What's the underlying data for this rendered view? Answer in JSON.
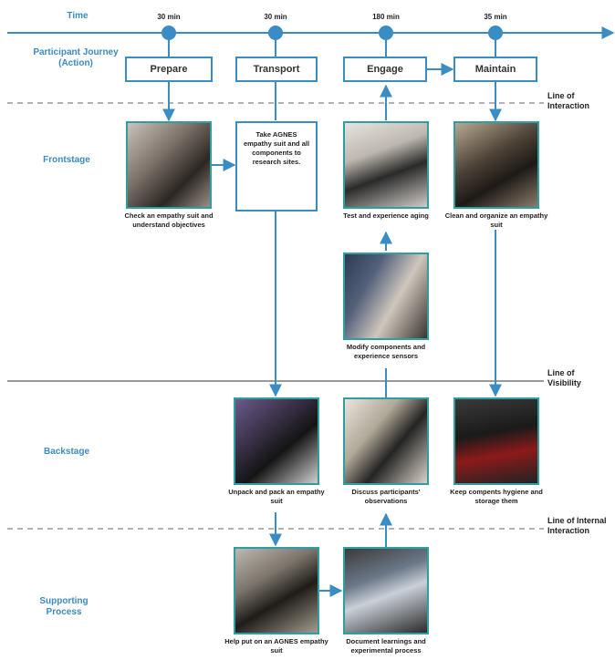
{
  "lanes": {
    "time": "Time",
    "journey": "Participant Journey (Action)",
    "frontstage": "Frontstage",
    "backstage": "Backstage",
    "supporting": "Supporting Process"
  },
  "lines": {
    "interaction": "Line of Interaction",
    "visibility": "Line of Visibility",
    "internal": "Line of Internal Interaction"
  },
  "times": [
    "30 min",
    "30 min",
    "180 min",
    "35 min"
  ],
  "actions": [
    "Prepare",
    "Transport",
    "Engage",
    "Maintain"
  ],
  "frontstage": {
    "prepare_caption": "Check an empathy suit and understand objectives",
    "transport_text": "Take AGNES empathy suit and all components to research sites.",
    "engage_caption": "Test and experience aging",
    "maintain_caption": "Clean and organize an empathy suit",
    "modify_caption": "Modify components and experience sensors"
  },
  "backstage": {
    "unpack_caption": "Unpack and pack an empathy suit",
    "discuss_caption": "Discuss participants' observations",
    "keep_caption": "Keep compents hygiene and storage them"
  },
  "supporting": {
    "help_caption": "Help put on an AGNES empathy suit",
    "document_caption": "Document learnings and experimental process"
  },
  "colors": {
    "accent": "#3a8cc4",
    "photo_border": "#2f9ea0",
    "divider": "#999999"
  }
}
